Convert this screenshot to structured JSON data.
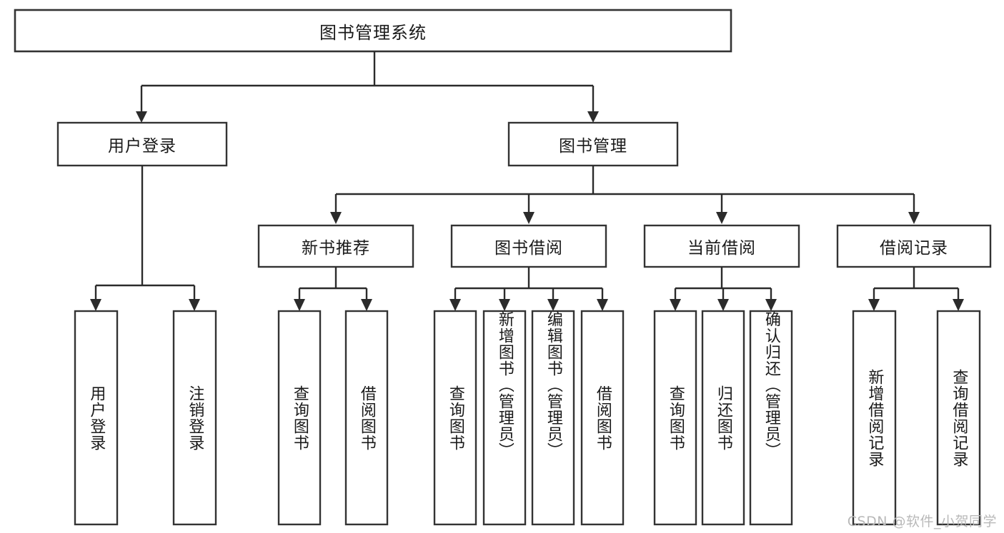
{
  "diagram": {
    "type": "tree",
    "title": "图书管理系统",
    "orientation": "top-down",
    "background_color": "#ffffff",
    "box_stroke_color": "#333333",
    "connector_color": "#2b2b2b",
    "text_color": "#1a1a1a",
    "root": {
      "label": "图书管理系统"
    },
    "level2": [
      {
        "label": "用户登录"
      },
      {
        "label": "图书管理"
      }
    ],
    "level3": [
      {
        "label": "新书推荐"
      },
      {
        "label": "图书借阅"
      },
      {
        "label": "当前借阅"
      },
      {
        "label": "借阅记录"
      }
    ],
    "leaves": {
      "user_login": [
        {
          "label": "用户登录"
        },
        {
          "label": "注销登录"
        }
      ],
      "new_book_recommend": [
        {
          "label": "查询图书"
        },
        {
          "label": "借阅图书"
        }
      ],
      "book_borrow": [
        {
          "label": "查询图书"
        },
        {
          "label": "新增图书（管理员）"
        },
        {
          "label": "编辑图书（管理员）"
        },
        {
          "label": "借阅图书"
        }
      ],
      "current_borrow": [
        {
          "label": "查询图书"
        },
        {
          "label": "归还图书"
        },
        {
          "label": "确认归还（管理员）"
        }
      ],
      "borrow_record": [
        {
          "label": "新增借阅记录"
        },
        {
          "label": "查询借阅记录"
        }
      ]
    }
  },
  "watermark": {
    "text": "CSDN @软件_小贺同学",
    "color": "#b9b9b9"
  }
}
